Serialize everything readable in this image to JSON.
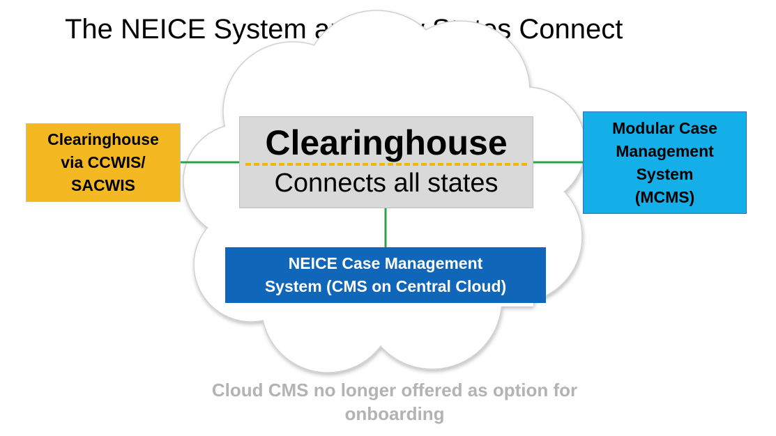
{
  "title": "The NEICE System and How States Connect",
  "nodes": {
    "left": {
      "lines": [
        "Clearinghouse",
        "via CCWIS/",
        "SACWIS"
      ],
      "color": "#f4b823"
    },
    "right": {
      "lines": [
        "Modular Case",
        "Management",
        "System",
        "(MCMS)"
      ],
      "color": "#14aee8"
    },
    "bottom": {
      "lines": [
        "NEICE Case Management",
        "System (CMS on Central Cloud)"
      ],
      "color": "#1066b8"
    },
    "center": {
      "title": "Clearinghouse",
      "subtitle": "Connects all states",
      "color": "#d9d9d9"
    }
  },
  "connector_color": "#2aa14b",
  "dash_color": "#f0b700",
  "footnote": {
    "lines": [
      "Cloud CMS no longer offered as option for",
      "onboarding"
    ],
    "color": "#b3b3b3"
  }
}
